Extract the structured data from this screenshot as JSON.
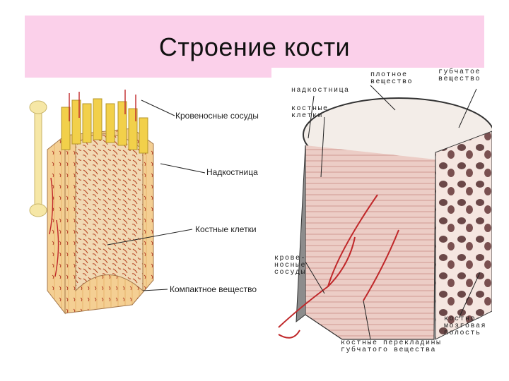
{
  "title": "Строение кости",
  "left_diagram": {
    "labels": {
      "blood_vessels": "Кровеносные сосуды",
      "periosteum": "Надкостница",
      "bone_cells": "Костные клетки",
      "compact_substance": "Компактное вещество"
    }
  },
  "right_diagram": {
    "labels": {
      "dense_substance_line1": "плотное",
      "dense_substance_line2": "вещество",
      "spongy_substance_line1": "губчатое",
      "spongy_substance_line2": "вещество",
      "periosteum": "надкостница",
      "bone_cells_line1": "костные",
      "bone_cells_line2": "клетки",
      "blood_vessels_line1": "крове-",
      "blood_vessels_line2": "носные",
      "blood_vessels_line3": "сосуды",
      "marrow_cavity_line1": "костно-",
      "marrow_cavity_line2": "мозговая",
      "marrow_cavity_line3": "полость",
      "trabeculae_line1": "костные перекладины",
      "trabeculae_line2": "губчатого вещества"
    }
  },
  "colors": {
    "title_band": "#fbd0ea",
    "bone_yellow": "#f3d88a",
    "vessel_red": "#c0282a",
    "marrow_pink": "#e6b3a8"
  }
}
